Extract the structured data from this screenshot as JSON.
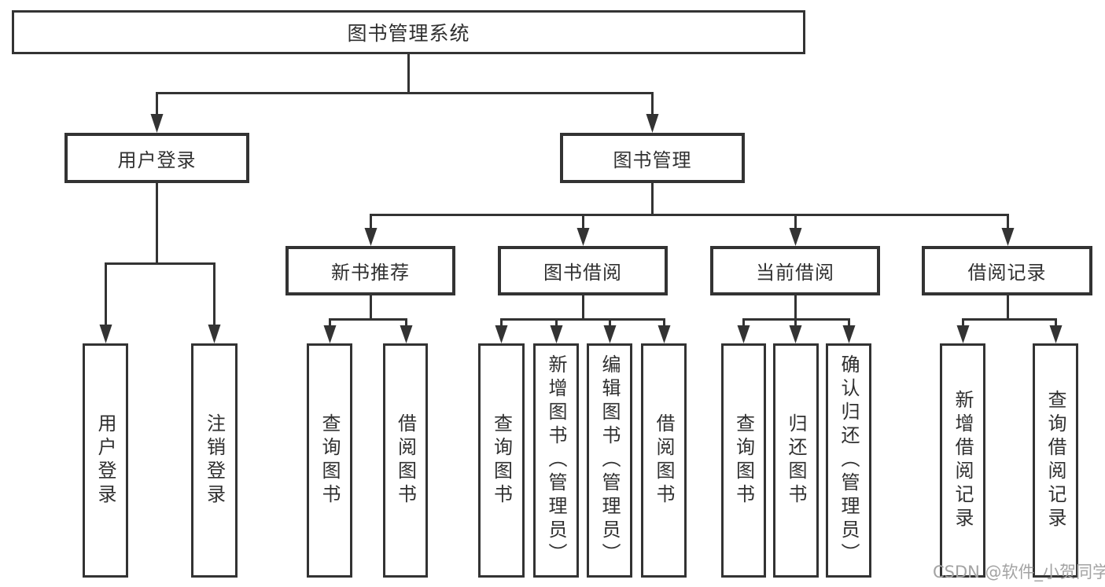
{
  "tree": {
    "label": "图书管理系统",
    "children": [
      {
        "label": "用户登录",
        "children": [
          {
            "label": "用户登录"
          },
          {
            "label": "注销登录"
          }
        ]
      },
      {
        "label": "图书管理",
        "children": [
          {
            "label": "新书推荐",
            "children": [
              {
                "label": "查询图书"
              },
              {
                "label": "借阅图书"
              }
            ]
          },
          {
            "label": "图书借阅",
            "children": [
              {
                "label": "查询图书"
              },
              {
                "label": "新增图书（管理员）"
              },
              {
                "label": "编辑图书（管理员）"
              },
              {
                "label": "借阅图书"
              }
            ]
          },
          {
            "label": "当前借阅",
            "children": [
              {
                "label": "查询图书"
              },
              {
                "label": "归还图书"
              },
              {
                "label": "确认归还（管理员）"
              }
            ]
          },
          {
            "label": "借阅记录",
            "children": [
              {
                "label": "新增借阅记录"
              },
              {
                "label": "查询借阅记录"
              }
            ]
          }
        ]
      }
    ]
  },
  "watermark": {
    "text": "CSDN @软件_小贺同学"
  },
  "colors": {
    "line": "#333333",
    "box_border": "#333333",
    "box_fill": "#ffffff",
    "text": "#303030",
    "watermark": "#a3a3a3",
    "background": "#ffffff"
  }
}
